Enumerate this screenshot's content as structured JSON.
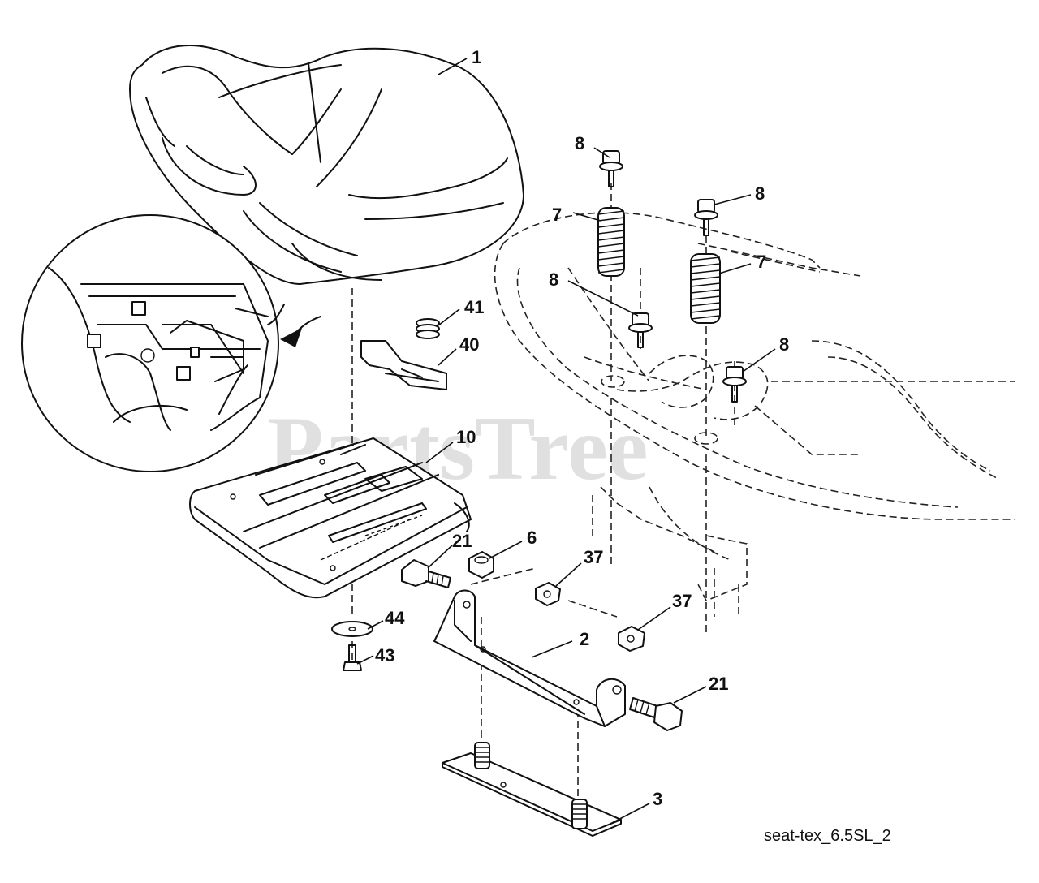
{
  "watermark": "PartsTree",
  "diagram_id": "seat-tex_6.5SL_2",
  "callouts": {
    "c1": "1",
    "c2": "2",
    "c3": "3",
    "c6": "6",
    "c7a": "7",
    "c7b": "7",
    "c8a": "8",
    "c8b": "8",
    "c8c": "8",
    "c8d": "8",
    "c10": "10",
    "c21a": "21",
    "c21b": "21",
    "c37a": "37",
    "c37b": "37",
    "c40": "40",
    "c41": "41",
    "c43": "43",
    "c44": "44"
  }
}
